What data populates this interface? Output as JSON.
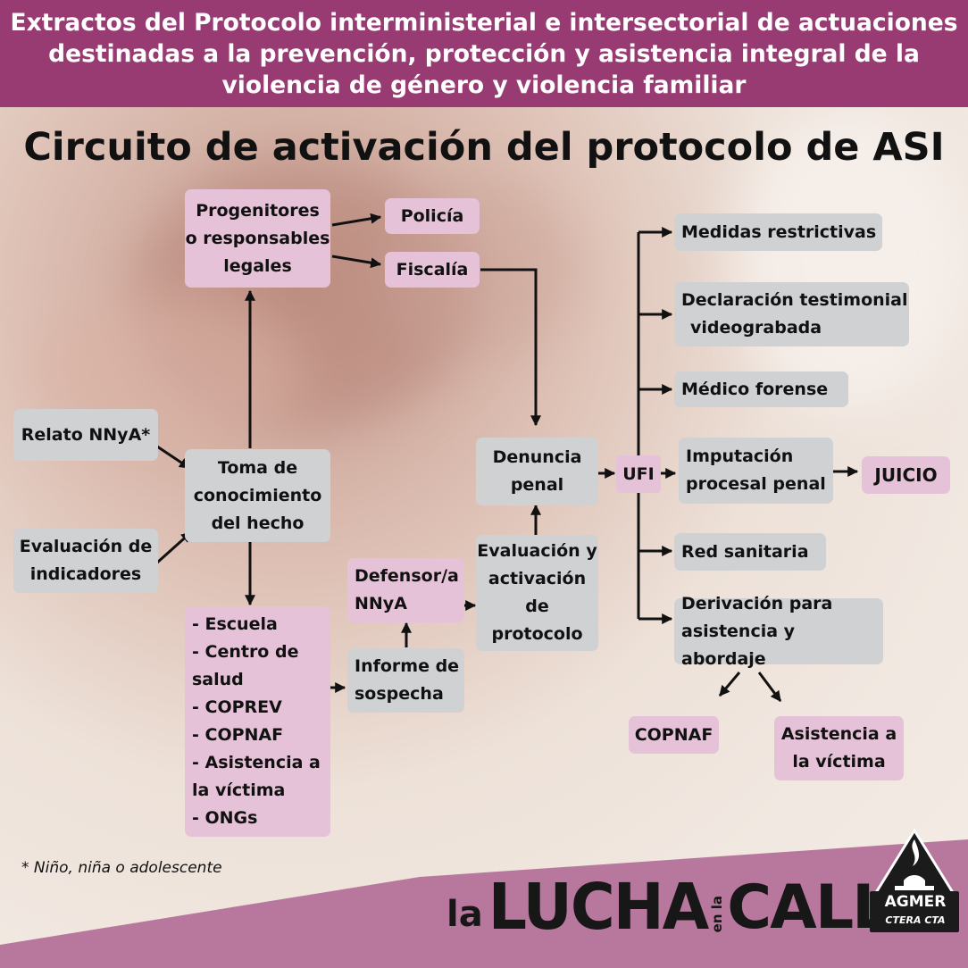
{
  "header": {
    "line1": "Extractos del Protocolo interministerial e intersectorial de actuaciones",
    "line2": "destinadas a la prevención, protección y asistencia integral de la",
    "line3": "violencia de género y violencia familiar"
  },
  "title": "Circuito de activación del protocolo de ASI",
  "nodes": {
    "progenitores": [
      "Progenitores",
      "o responsables",
      "legales"
    ],
    "policia": "Policía",
    "fiscalia": "Fiscalía",
    "relato": "Relato NNyA*",
    "toma": [
      "Toma de",
      "conocimiento",
      "del hecho"
    ],
    "evaluacion_ind": [
      "Evaluación de",
      "indicadores"
    ],
    "escuela_list": [
      "- Escuela",
      "- Centro de",
      "salud",
      "- COPREV",
      "- COPNAF",
      "- Asistencia a",
      "la víctima",
      "- ONGs"
    ],
    "informe": [
      "Informe de",
      "sospecha"
    ],
    "defensor": [
      "Defensor/a",
      "NNyA"
    ],
    "eval_activacion": [
      "Evaluación y",
      "activación",
      "de",
      "protocolo"
    ],
    "denuncia": [
      "Denuncia",
      "penal"
    ],
    "ufi": "UFI",
    "medidas": "Medidas restrictivas",
    "declaracion": [
      "Declaración testimonial",
      "videograbada"
    ],
    "medico": "Médico forense",
    "imputacion": [
      "Imputación",
      "procesal penal"
    ],
    "juicio": "JUICIO",
    "red": "Red sanitaria",
    "derivacion": [
      "Derivación para",
      "asistencia y abordaje"
    ],
    "copnaf": "COPNAF",
    "asistencia": [
      "Asistencia a",
      "la víctima"
    ]
  },
  "footnote": "* Niño, niña o adolescente",
  "footer": {
    "slogan_la": "la",
    "slogan_lucha": "LUCHA",
    "slogan_enla": "en la",
    "slogan_calle": "CALLE",
    "logo_name": "AGMER",
    "logo_sub": "CTERA CTA"
  },
  "colors": {
    "header_bg": "#973b72",
    "footer_band": "#b8789e",
    "box_grey": "#d0d1d3",
    "box_pink": "#e6c2d8"
  }
}
